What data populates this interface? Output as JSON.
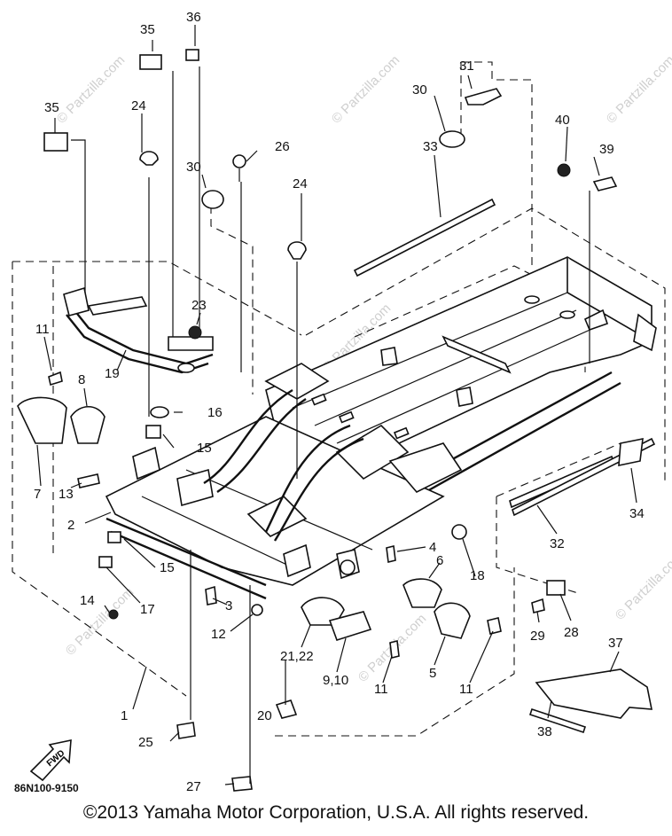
{
  "copyright": "©2013  Yamaha Motor Corporation, U.S.A. All rights reserved.",
  "drawing_code": "86N100-9150",
  "fwd_label": "FWD",
  "watermark": "© Partzilla.com",
  "callouts": [
    {
      "id": "c35a",
      "text": "35"
    },
    {
      "id": "c36",
      "text": "36"
    },
    {
      "id": "c35b",
      "text": "35"
    },
    {
      "id": "c24a",
      "text": "24"
    },
    {
      "id": "c26",
      "text": "26"
    },
    {
      "id": "c30a",
      "text": "30"
    },
    {
      "id": "c24b",
      "text": "24"
    },
    {
      "id": "c31",
      "text": "31"
    },
    {
      "id": "c30b",
      "text": "30"
    },
    {
      "id": "c33",
      "text": "33"
    },
    {
      "id": "c40",
      "text": "40"
    },
    {
      "id": "c39",
      "text": "39"
    },
    {
      "id": "c23",
      "text": "23"
    },
    {
      "id": "c11a",
      "text": "11"
    },
    {
      "id": "c19",
      "text": "19"
    },
    {
      "id": "c8",
      "text": "8"
    },
    {
      "id": "c16",
      "text": "16"
    },
    {
      "id": "c15a",
      "text": "15"
    },
    {
      "id": "c7",
      "text": "7"
    },
    {
      "id": "c13",
      "text": "13"
    },
    {
      "id": "c2",
      "text": "2"
    },
    {
      "id": "c15b",
      "text": "15"
    },
    {
      "id": "c17",
      "text": "17"
    },
    {
      "id": "c14",
      "text": "14"
    },
    {
      "id": "c3",
      "text": "3"
    },
    {
      "id": "c4",
      "text": "4"
    },
    {
      "id": "c6",
      "text": "6"
    },
    {
      "id": "c18",
      "text": "18"
    },
    {
      "id": "c12",
      "text": "12"
    },
    {
      "id": "c21_22",
      "text": "21,22"
    },
    {
      "id": "c9_10",
      "text": "9,10"
    },
    {
      "id": "c5",
      "text": "5"
    },
    {
      "id": "c11b",
      "text": "11"
    },
    {
      "id": "c11c",
      "text": "11"
    },
    {
      "id": "c29",
      "text": "29"
    },
    {
      "id": "c28",
      "text": "28"
    },
    {
      "id": "c34",
      "text": "34"
    },
    {
      "id": "c32",
      "text": "32"
    },
    {
      "id": "c37",
      "text": "37"
    },
    {
      "id": "c1",
      "text": "1"
    },
    {
      "id": "c20",
      "text": "20"
    },
    {
      "id": "c25",
      "text": "25"
    },
    {
      "id": "c38",
      "text": "38"
    },
    {
      "id": "c27",
      "text": "27"
    }
  ]
}
